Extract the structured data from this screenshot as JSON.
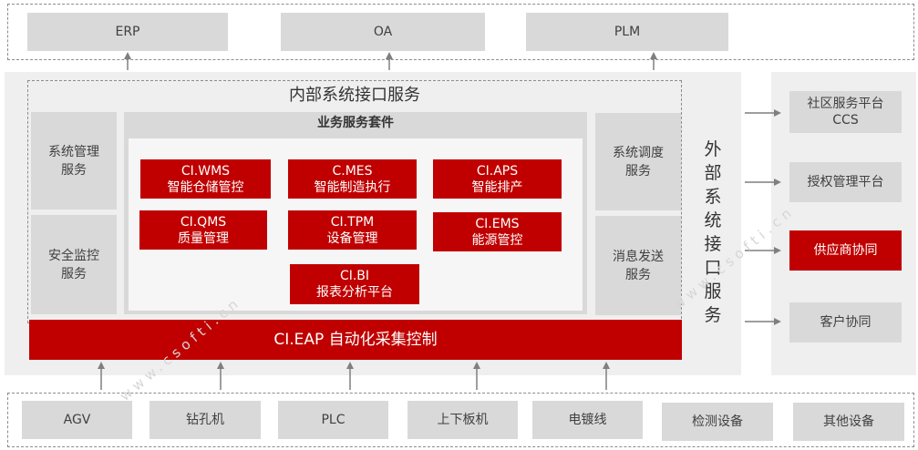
{
  "top_systems": [
    "ERP",
    "OA",
    "PLM"
  ],
  "internal": {
    "title": "内部系统接口服务",
    "left_services": [
      [
        "系统管理",
        "服务"
      ],
      [
        "安全监控",
        "服务"
      ]
    ],
    "right_services": [
      [
        "系统调度",
        "服务"
      ],
      [
        "消息发送",
        "服务"
      ]
    ],
    "suite": {
      "title": "业务服务套件",
      "modules": [
        [
          "CI.WMS",
          "智能仓储管控"
        ],
        [
          "C.MES",
          "智能制造执行"
        ],
        [
          "CI.APS",
          "智能排产"
        ],
        [
          "CI.QMS",
          "质量管理"
        ],
        [
          "CI.TPM",
          "设备管理"
        ],
        [
          "CI.EMS",
          "能源管控"
        ],
        [
          "CI.BI",
          "报表分析平台"
        ]
      ]
    },
    "eap": "CI.EAP 自动化采集控制"
  },
  "external": {
    "title_chars": [
      "外",
      "部",
      "系",
      "统",
      "接",
      "口",
      "服",
      "务"
    ],
    "items": [
      {
        "lines": [
          "社区服务平台",
          "CCS"
        ],
        "highlight": false
      },
      {
        "lines": [
          "授权管理平台"
        ],
        "highlight": false
      },
      {
        "lines": [
          "供应商协同"
        ],
        "highlight": true
      },
      {
        "lines": [
          "客户协同"
        ],
        "highlight": false
      }
    ]
  },
  "devices": [
    "AGV",
    "钻孔机",
    "PLC",
    "上下板机",
    "电镀线",
    "检测设备",
    "其他设备"
  ],
  "watermark": "www.csofti.cn",
  "colors": {
    "accent": "#c00000",
    "box": "#d9d9d9",
    "panel": "#efefef"
  }
}
